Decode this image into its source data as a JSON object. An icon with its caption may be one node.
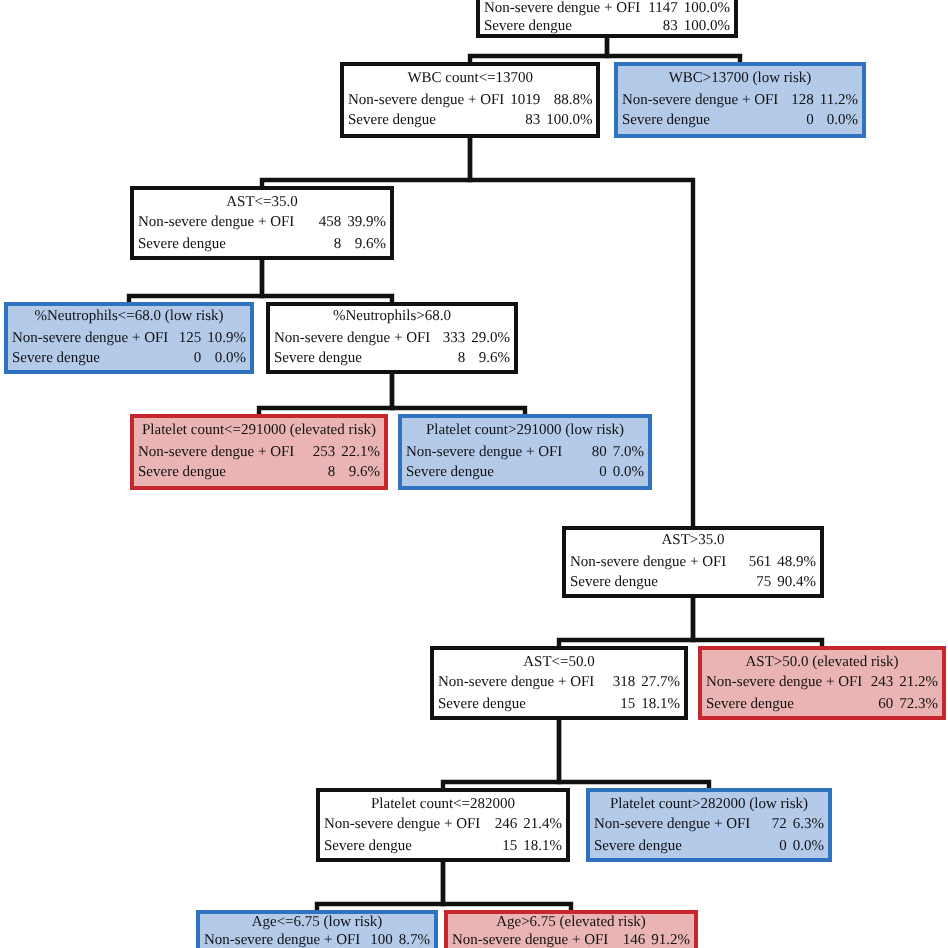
{
  "diagram": {
    "nodes": [
      {
        "text": [
          "Non-severe dengue + OFI",
          "1147",
          "100.0%",
          "Severe dengue",
          "83",
          "100.0%"
        ]
      },
      {
        "text": [
          "WBC count<=13700",
          "Non-severe dengue + OFI",
          "1019",
          "88.8%",
          "Severe dengue",
          "83",
          "100.0%"
        ]
      },
      {
        "text": [
          "WBC>13700 (low risk)",
          "Non-severe dengue + OFI",
          "128",
          "11.2%",
          "Severe dengue",
          "0",
          "0.0%"
        ]
      },
      {
        "text": [
          "AST<=35.0",
          "Non-severe dengue + OFI",
          "458",
          "39.9%",
          "Severe dengue",
          "8",
          "9.6%"
        ]
      },
      {
        "text": [
          "%Neutrophils<=68.0 (low risk)",
          "Non-severe dengue + OFI",
          "125",
          "10.9%",
          "Severe dengue",
          "0",
          "0.0%"
        ]
      },
      {
        "text": [
          "%Neutrophils>68.0",
          "Non-severe dengue + OFI",
          "333",
          "29.0%",
          "Severe dengue",
          "8",
          "9.6%"
        ]
      },
      {
        "text": [
          "Platelet count<=291000 (elevated risk)",
          "Non-severe dengue + OFI",
          "253",
          "22.1%",
          "Severe dengue",
          "8",
          "9.6%"
        ]
      },
      {
        "text": [
          "Platelet count>291000 (low risk)",
          "Non-severe dengue + OFI",
          "80",
          "7.0%",
          "Severe dengue",
          "0",
          "0.0%"
        ]
      },
      {
        "text": [
          "AST>35.0",
          "Non-severe dengue + OFI",
          "561",
          "48.9%",
          "Severe dengue",
          "75",
          "90.4%"
        ]
      },
      {
        "text": [
          "AST<=50.0",
          "Non-severe dengue + OFI",
          "318",
          "27.7%",
          "Severe dengue",
          "15",
          "18.1%"
        ]
      },
      {
        "text": [
          "AST>50.0 (elevated risk)",
          "Non-severe dengue + OFI",
          "243",
          "21.2%",
          "Severe dengue",
          "60",
          "72.3%"
        ]
      },
      {
        "text": [
          "Platelet count<=282000",
          "Non-severe dengue + OFI",
          "246",
          "21.4%",
          "Severe dengue",
          "15",
          "18.1%"
        ]
      },
      {
        "text": [
          "Platelet count>282000 (low risk)",
          "Non-severe dengue + OFI",
          "72",
          "6.3%",
          "Severe dengue",
          "0",
          "0.0%"
        ]
      },
      {
        "text": [
          "Age<=6.75 (low risk)",
          "Non-severe dengue + OFI",
          "100",
          "8.7%"
        ]
      },
      {
        "text": [
          "Age>6.75 (elevated risk)",
          "Non-severe dengue + OFI",
          "146",
          "91.2%"
        ]
      }
    ],
    "edges": [
      {
        "from": 0,
        "to": 1,
        "arrow": "none"
      },
      {
        "from": 0,
        "to": 2,
        "arrow": "none"
      },
      {
        "from": 1,
        "to": 3,
        "arrow": "none"
      },
      {
        "from": 1,
        "to": 8,
        "arrow": "none"
      },
      {
        "from": 3,
        "to": 4,
        "arrow": "none"
      },
      {
        "from": 3,
        "to": 5,
        "arrow": "none"
      },
      {
        "from": 5,
        "to": 6,
        "arrow": "none"
      },
      {
        "from": 5,
        "to": 7,
        "arrow": "none"
      },
      {
        "from": 8,
        "to": 9,
        "arrow": "none"
      },
      {
        "from": 8,
        "to": 10,
        "arrow": "none"
      },
      {
        "from": 9,
        "to": 11,
        "arrow": "none"
      },
      {
        "from": 9,
        "to": 12,
        "arrow": "none"
      },
      {
        "from": 11,
        "to": 13,
        "arrow": "none"
      },
      {
        "from": 11,
        "to": 14,
        "arrow": "none"
      }
    ]
  }
}
